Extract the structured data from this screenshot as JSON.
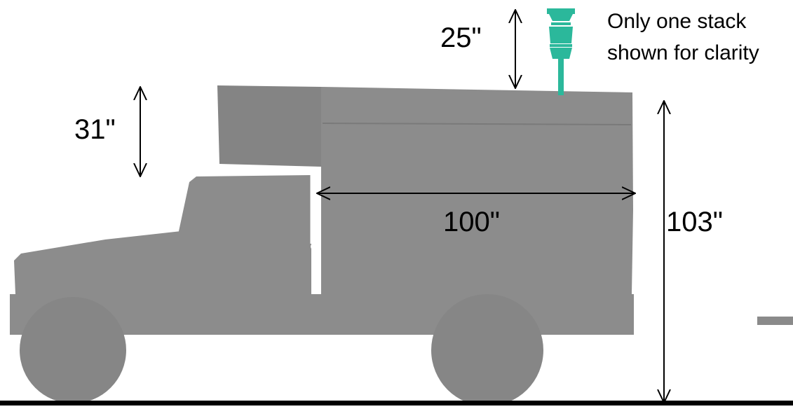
{
  "labels": {
    "stack_height": "25\"",
    "box_overhang_height": "31\"",
    "box_length": "100\"",
    "total_height": "103\"",
    "note_line1": "Only one stack",
    "note_line2": "shown for clarity"
  },
  "colors": {
    "vehicle": "#8c8c8c",
    "vehicle_dark": "#7f7f7f",
    "stack": "#2bb89b",
    "ground": "#000000",
    "arrow": "#000000"
  },
  "icons": {
    "stack": "exhaust-stack-icon"
  }
}
